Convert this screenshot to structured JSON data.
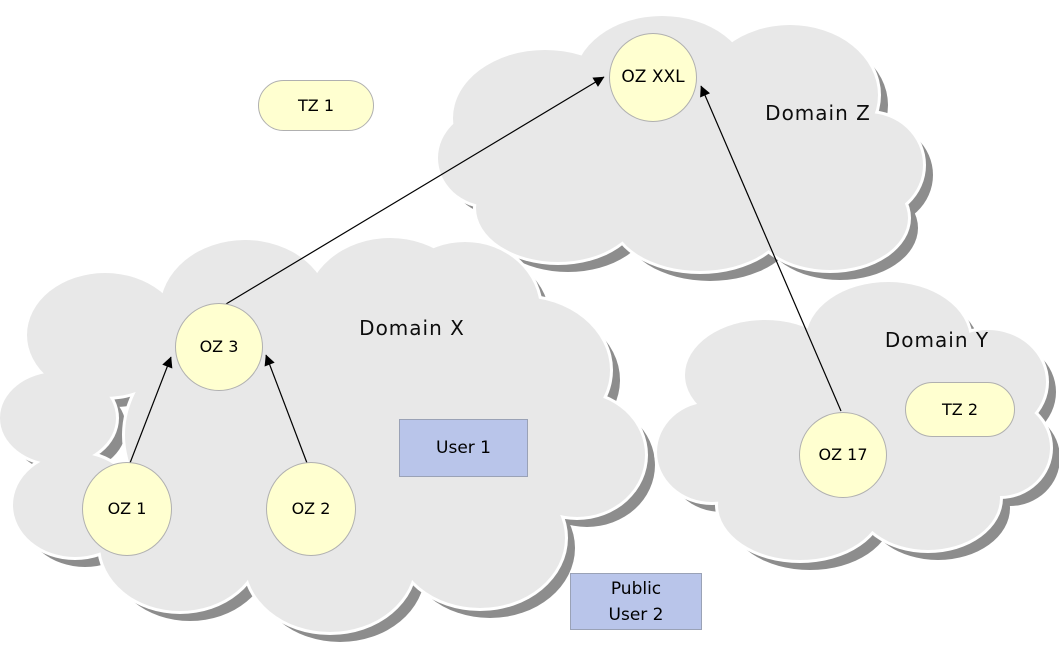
{
  "diagram": {
    "domains": [
      {
        "label": "Domain X"
      },
      {
        "label": "Domain Y"
      },
      {
        "label": "Domain Z"
      }
    ],
    "nodes": [
      {
        "id": "oz-1",
        "label": "OZ 1",
        "shape": "circle",
        "domain": "Domain X"
      },
      {
        "id": "oz-2",
        "label": "OZ 2",
        "shape": "circle",
        "domain": "Domain X"
      },
      {
        "id": "oz-3",
        "label": "OZ 3",
        "shape": "circle",
        "domain": "Domain X"
      },
      {
        "id": "oz-xxl",
        "label": "OZ XXL",
        "shape": "circle",
        "domain": "Domain Z"
      },
      {
        "id": "oz-17",
        "label": "OZ 17",
        "shape": "circle",
        "domain": "Domain Y"
      },
      {
        "id": "tz-1",
        "label": "TZ 1",
        "shape": "pill"
      },
      {
        "id": "tz-2",
        "label": "TZ 2",
        "shape": "pill",
        "domain": "Domain Y"
      }
    ],
    "users": [
      {
        "id": "user-1",
        "label": "User 1",
        "domain": "Domain X"
      },
      {
        "id": "user-2",
        "label": "Public\nUser 2"
      }
    ],
    "edges": [
      {
        "from": "OZ 1",
        "to": "OZ 3"
      },
      {
        "from": "OZ 2",
        "to": "OZ 3"
      },
      {
        "from": "OZ 3",
        "to": "OZ XXL"
      },
      {
        "from": "OZ 17",
        "to": "OZ XXL"
      }
    ],
    "colors": {
      "cloud_fill": "#e8e8e8",
      "cloud_shadow": "#8d8d8d",
      "cloud_outline": "#ffffff",
      "zone_fill": "#ffffd0",
      "zone_border": "#b0b0b0",
      "user_fill": "#b9c5ea",
      "user_border": "#9aa2b6",
      "arrow": "#000000",
      "text": "#000000"
    }
  }
}
